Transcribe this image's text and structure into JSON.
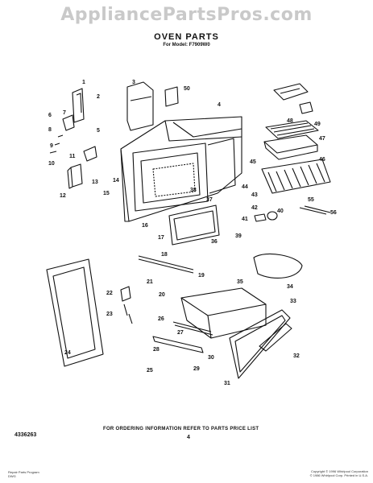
{
  "watermark": "AppliancePartsPros.com",
  "header": {
    "title": "OVEN PARTS",
    "subtitle": "For Model: F7909W0"
  },
  "callouts": [
    "1",
    "2",
    "3",
    "4",
    "5",
    "6",
    "7",
    "8",
    "9",
    "10",
    "11",
    "12",
    "13",
    "14",
    "15",
    "16",
    "17",
    "18",
    "19",
    "20",
    "21",
    "22",
    "23",
    "24",
    "25",
    "26",
    "27",
    "28",
    "29",
    "30",
    "31",
    "32",
    "33",
    "34",
    "35",
    "36",
    "37",
    "38",
    "39",
    "40",
    "41",
    "42",
    "43",
    "44",
    "45",
    "46",
    "47",
    "48",
    "49",
    "50",
    "55",
    "56"
  ],
  "footer": {
    "document_number": "4336263",
    "order_note": "FOR ORDERING INFORMATION REFER TO PARTS PRICE LIST",
    "page_number": "4",
    "left_small_print": [
      "Repair Parts Program",
      "DWG"
    ],
    "right_small_print": [
      "Copyright © 1996 Whirlpool Corporation",
      "© 1986 Whirlpool Corp.  Printed in U.S.A."
    ]
  }
}
